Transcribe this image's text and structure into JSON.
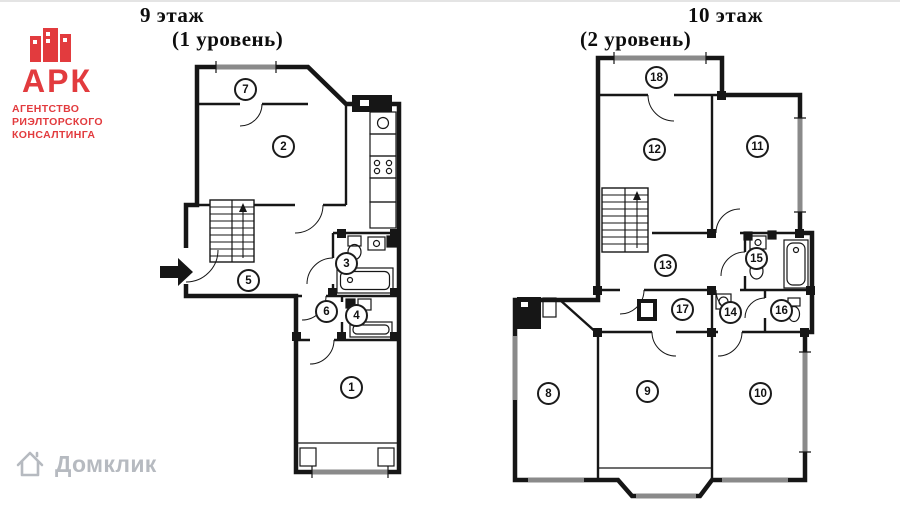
{
  "page": {
    "background_color": "#ffffff"
  },
  "logo": {
    "acronym": "АРК",
    "lines": [
      "АГЕНТСТВО",
      "РИЭЛТОРСКОГО",
      "КОНСАЛТИНГА"
    ],
    "color": "#e23b3e"
  },
  "plans": [
    {
      "title": "9 этаж",
      "subtitle": "(1 уровень)",
      "rooms": [
        {
          "number": "7"
        },
        {
          "number": "2"
        },
        {
          "number": "5"
        },
        {
          "number": "3"
        },
        {
          "number": "6"
        },
        {
          "number": "4"
        },
        {
          "number": "1"
        }
      ]
    },
    {
      "title": "10 этаж",
      "subtitle": "(2 уровень)",
      "rooms": [
        {
          "number": "18"
        },
        {
          "number": "12"
        },
        {
          "number": "11"
        },
        {
          "number": "13"
        },
        {
          "number": "15"
        },
        {
          "number": "17"
        },
        {
          "number": "14"
        },
        {
          "number": "16"
        },
        {
          "number": "8"
        },
        {
          "number": "9"
        },
        {
          "number": "10"
        }
      ]
    }
  ],
  "watermark": {
    "text": "Домклик",
    "color": "#b6bac0"
  }
}
